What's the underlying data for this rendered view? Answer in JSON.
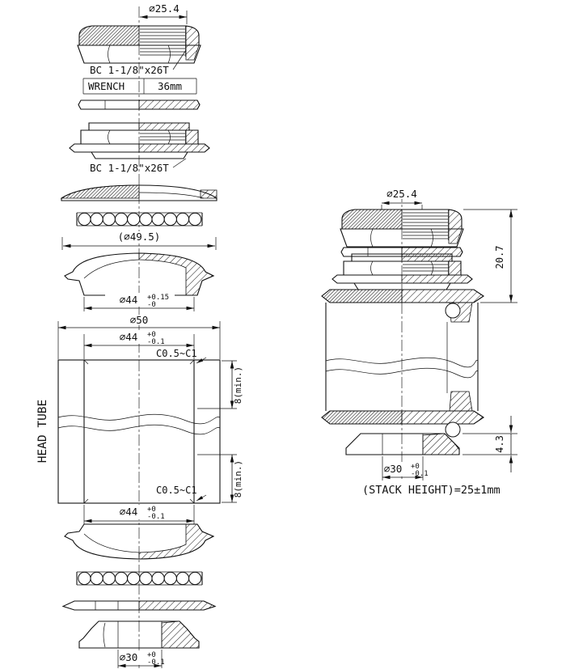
{
  "drawing": {
    "left": {
      "dia_top_nut": "∅25.4",
      "thread_spec_1": "BC 1-1/8\"x26T",
      "wrench_label": "WRENCH",
      "wrench_value": "36mm",
      "thread_spec_2": "BC 1-1/8\"x26T",
      "retainer_od": "(∅49.5)",
      "cup_press_dia": "∅44",
      "cup_press_tol_upper": "+0.15",
      "cup_press_tol_lower": "-0",
      "headtube_od": "∅50",
      "bore_top_dia": "∅44",
      "bore_top_tol_upper": "+0",
      "bore_top_tol_lower": "-0.1",
      "chamfer_top": "C0.5~C1",
      "head_tube_label": "HEAD TUBE",
      "bore_depth_top": "8(min.)",
      "bore_depth_bottom": "8(min.)",
      "chamfer_bottom": "C0.5~C1",
      "bore_bottom_dia": "∅44",
      "bore_bottom_tol_upper": "+0",
      "bore_bottom_tol_lower": "-0.1",
      "crown_race_dia": "∅30",
      "crown_race_tol_upper": "+0",
      "crown_race_tol_lower": "-0.1"
    },
    "right": {
      "dia_top_nut": "∅25.4",
      "upper_stack_height": "20.7",
      "lower_stack_height": "4.3",
      "crown_race_dia": "∅30",
      "crown_race_tol_upper": "+0",
      "crown_race_tol_lower": "-0.1",
      "stack_height_note": "(STACK HEIGHT)=25±1mm"
    }
  }
}
